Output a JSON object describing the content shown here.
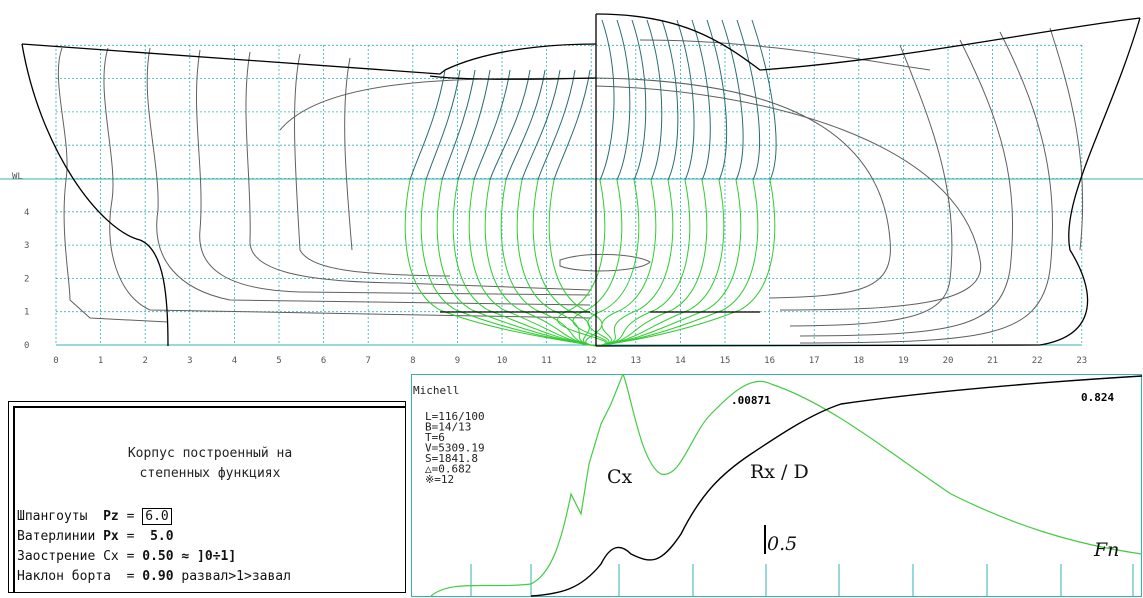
{
  "hull_plot": {
    "x_ticks": [
      "0",
      "1",
      "2",
      "3",
      "4",
      "5",
      "6",
      "7",
      "8",
      "9",
      "10",
      "11",
      "12",
      "13",
      "14",
      "15",
      "16",
      "17",
      "18",
      "19",
      "20",
      "21",
      "22",
      "23"
    ],
    "wl_label": "WL",
    "wl_ticks": [
      "0",
      "1",
      "2",
      "3",
      "4"
    ],
    "colors": {
      "grid": "#33b0b0",
      "outline": "#000000",
      "waterlines": "#606060",
      "frames_above": "#2a6c70",
      "frames_below": "#33cc33"
    }
  },
  "info_panel": {
    "title_line1": "Корпус построенный на",
    "title_line2": "степенных функциях",
    "frames_label": "Шпангоуты",
    "frames_param": "Pz",
    "frames_value": "6.0",
    "waterlines_label": "Ватерлинии",
    "waterlines_param": "Px",
    "waterlines_value": "5.0",
    "sharpening_label": "Заострение",
    "sharpening_param": "Cx",
    "sharpening_value": "0.50",
    "sharpening_range": "≈ ]0÷1]",
    "slope_label": "Наклон борта",
    "slope_value": "0.90",
    "slope_note": "развал>1>завал"
  },
  "graph": {
    "method": "Michell",
    "params": [
      "L=116/100",
      "B=14/13",
      "T=6",
      "V=5309.19",
      "S=1841.8",
      "△=0.682",
      "※=12"
    ],
    "max_cx": ".00871",
    "max_rx": "0.824",
    "cx_label": "Cx",
    "rx_label": "Rx / D",
    "fn_mark": "0.5",
    "fn_label": "Fn",
    "colors": {
      "cx": "#44cc44",
      "rx": "#000000",
      "axis": "#33b0b0"
    }
  }
}
